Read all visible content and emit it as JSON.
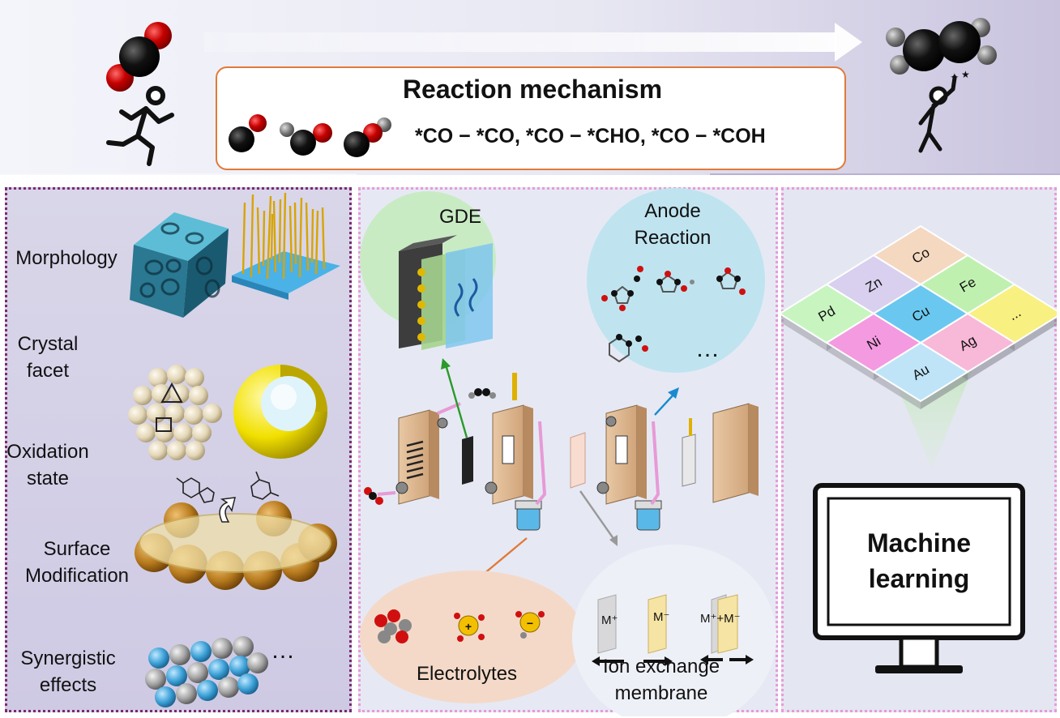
{
  "header": {
    "title": "Reaction mechanism",
    "equation": "*CO − *CO, *CO − *CHO, *CO − *COH"
  },
  "left_panel": {
    "labels": {
      "morphology": "Morphology",
      "crystal_facet": "Crystal\nfacet",
      "oxidation_state": "Oxidation\nstate",
      "surface_modification": "Surface\nModification",
      "synergistic_effects": "Synergistic\neffects"
    },
    "ellipsis": "…"
  },
  "middle_panel": {
    "gde": "GDE",
    "anode_reaction": "Anode\nReaction",
    "anode_ellipsis": "…",
    "electrolytes": "Electrolytes",
    "ion_exchange_membrane": "Ion exchange\nmembrane",
    "membranes": [
      "M⁺",
      "M⁻",
      "M⁺+M⁻"
    ],
    "ion_signs": [
      "+",
      "−"
    ]
  },
  "right_panel": {
    "elements": [
      "Co",
      "Zn",
      "Fe",
      "Pd",
      "Cu",
      "...",
      "Ni",
      "Ag",
      "Au"
    ],
    "machine_learning": "Machine\nlearning"
  },
  "colors": {
    "frame_orange": "#e07a3a",
    "left_border": "#7a2b6e",
    "pink_border": "#e89ad8",
    "carbon": "#111111",
    "oxygen": "#d01010",
    "hydrogen": "#8a8a8a"
  }
}
